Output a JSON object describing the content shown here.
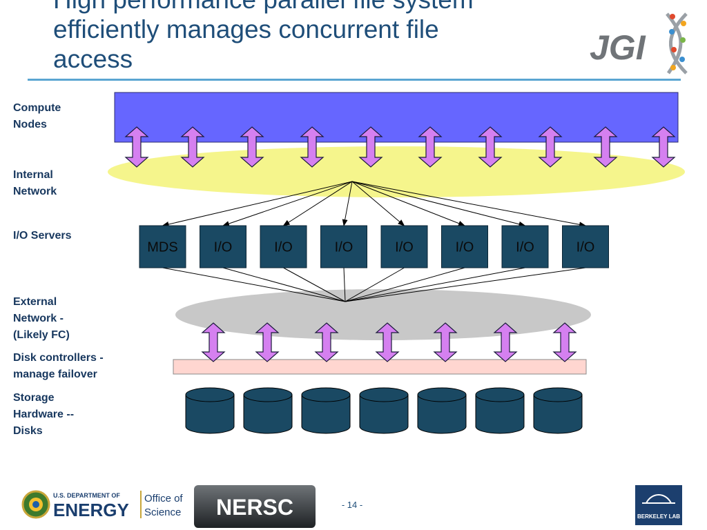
{
  "title": {
    "line1": "High performance parallel file system",
    "line2": "efficiently manages concurrent file",
    "line3": "access"
  },
  "side_labels": {
    "compute_1": "Compute",
    "compute_2": "Nodes",
    "internal_1": "Internal",
    "internal_2": "Network",
    "io_servers": "I/O Servers",
    "external_1": "External",
    "external_2": "Network -",
    "external_3": "(Likely FC)",
    "disk_1": "Disk controllers -",
    "disk_2": "manage failover",
    "storage_1": "Storage",
    "storage_2": "Hardware --",
    "storage_3": "Disks"
  },
  "servers": [
    "MDS",
    "I/O",
    "I/O",
    "I/O",
    "I/O",
    "I/O",
    "I/O",
    "I/O"
  ],
  "disk_count": 7,
  "compute_arrow_count": 10,
  "external_arrow_count": 7,
  "colors": {
    "compute_nodes": "#6666ff",
    "internal_network": "#f5f58c",
    "io_server": "#1a4963",
    "external_network": "#c8c8c8",
    "disk_controllers": "#ffd6d0",
    "disk": "#1a4963",
    "arrow": "#d580f0",
    "label": "#17375e",
    "title": "#1f4e79"
  },
  "logos": {
    "jgi": "JGI",
    "doe_small": "U.S. DEPARTMENT OF",
    "doe_big": "ENERGY",
    "office_1": "Office of",
    "office_2": "Science",
    "nersc": "NERSC",
    "berkeley": "BERKELEY LAB"
  },
  "page_number": "- 14 -"
}
